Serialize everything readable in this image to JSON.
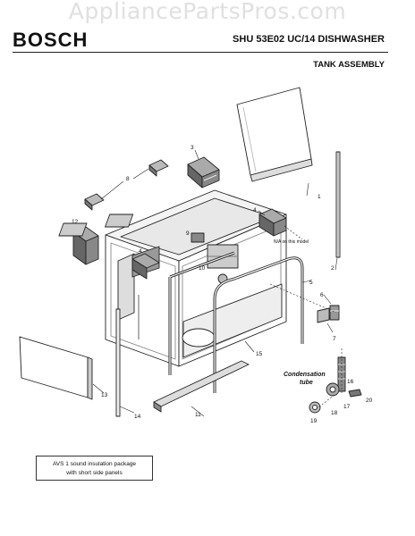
{
  "watermark": "AppliancePartsPros.com",
  "header": {
    "brand": "BOSCH",
    "model": "SHU 53E02 UC/14 DISHWASHER",
    "section": "TANK ASSEMBLY"
  },
  "callouts": {
    "c1": "1",
    "c2": "2",
    "c3": "3",
    "c4a": "4",
    "c4b": "4",
    "c5": "5",
    "c6": "6",
    "c7": "7",
    "c8": "8",
    "c9": "9",
    "c10": "10",
    "c11": "11",
    "c12": "12",
    "c13": "13",
    "c14": "14",
    "c15": "15",
    "c16": "16",
    "c17": "17",
    "c18": "18",
    "c19": "19",
    "c20": "20"
  },
  "notes": {
    "na_model": "N/A on this model",
    "condensation_line1": "Condensation",
    "condensation_line2": "tube"
  },
  "footnote": {
    "line1": "AVS 1 sound insulation package",
    "line2": "with short side panels"
  }
}
